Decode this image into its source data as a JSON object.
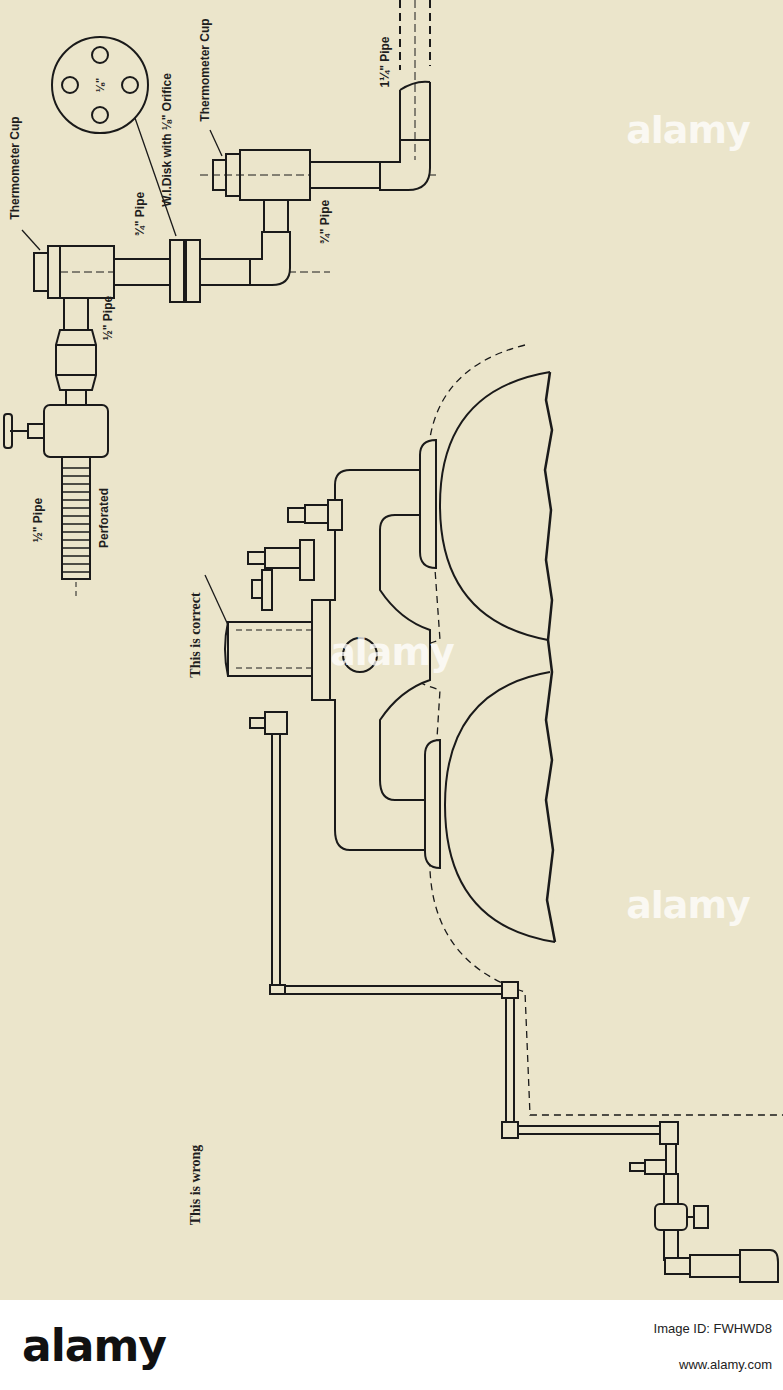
{
  "diagram": {
    "labels": [
      "Thermometer Cup",
      "¾\" Pipe",
      "½\" Pipe",
      "½\" Pipe",
      "Perforated",
      "W.I.Disk with ⅛\" Orifice",
      "⅛\"",
      "Thermometer Cup",
      "1¼\" Pipe",
      "¾\" Pipe",
      "This is correct",
      "This is wrong",
      "alamy",
      "alamy",
      "alamy",
      "alamy",
      "Image ID: FWHWD8",
      "www.alamy.com"
    ]
  }
}
